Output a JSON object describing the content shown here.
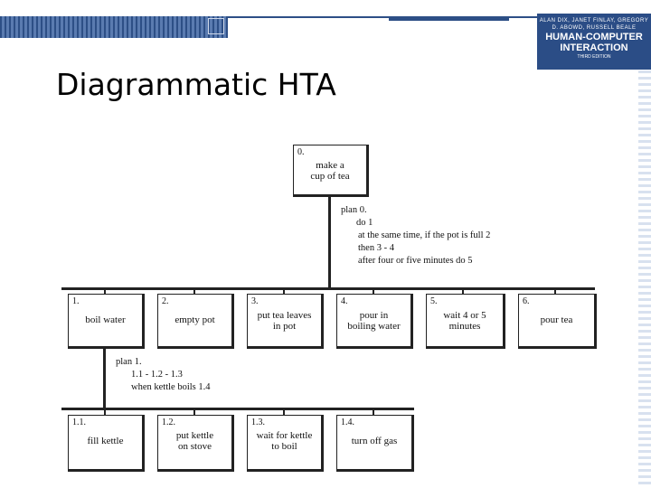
{
  "header": {
    "book": {
      "authors": "ALAN DIX, JANET FINLAY, GREGORY D. ABOWD, RUSSELL BEALE",
      "title_line1": "HUMAN-COMPUTER",
      "title_line2": "INTERACTION",
      "edition": "THIRD EDITION"
    }
  },
  "slide": {
    "title": "Diagrammatic HTA"
  },
  "diagram": {
    "root": {
      "num": "0.",
      "label": "make a\ncup of tea"
    },
    "plan0": {
      "title": "plan 0.",
      "lines": [
        "do 1",
        "at the same time, if the pot is full 2",
        "then 3 - 4",
        "after four or five minutes do 5"
      ]
    },
    "level1": [
      {
        "num": "1.",
        "label": "boil water"
      },
      {
        "num": "2.",
        "label": "empty pot"
      },
      {
        "num": "3.",
        "label": "put tea leaves\nin pot"
      },
      {
        "num": "4.",
        "label": "pour in\nboiling water"
      },
      {
        "num": "5.",
        "label": "wait 4 or 5\nminutes"
      },
      {
        "num": "6.",
        "label": "pour tea"
      }
    ],
    "plan1": {
      "title": "plan 1.",
      "lines": [
        "1.1 - 1.2 - 1.3",
        "when kettle boils 1.4"
      ]
    },
    "level2": [
      {
        "num": "1.1.",
        "label": "fill kettle"
      },
      {
        "num": "1.2.",
        "label": "put kettle\non stove"
      },
      {
        "num": "1.3.",
        "label": "wait for kettle\nto boil"
      },
      {
        "num": "1.4.",
        "label": "turn off gas"
      }
    ]
  }
}
